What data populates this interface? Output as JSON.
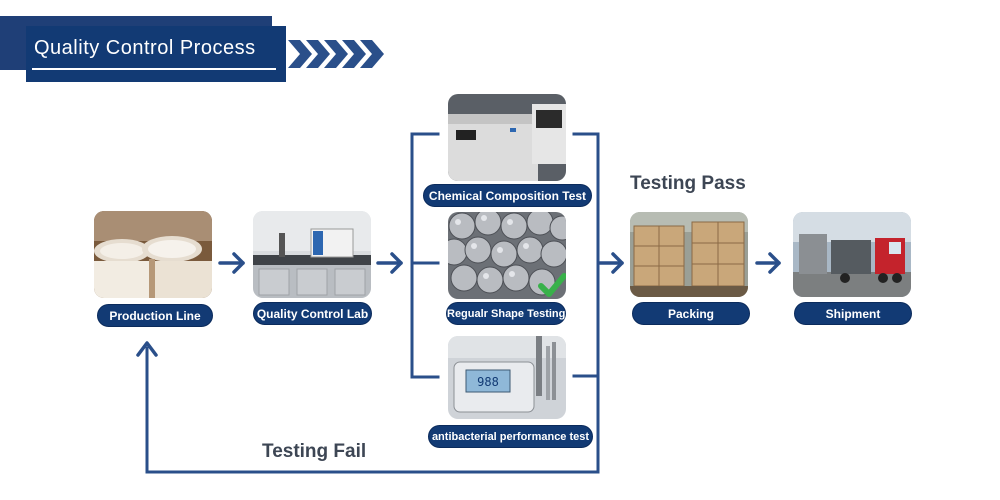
{
  "title": "Quality Control Process",
  "steps": {
    "production_line": "Production Line",
    "qc_lab": "Quality Control Lab",
    "packing": "Packing",
    "shipment": "Shipment"
  },
  "tests": {
    "chemical": "Chemical Composition Test",
    "shape": "Regualr Shape Testing",
    "antibacterial": "antibacterial performance test"
  },
  "labels": {
    "pass": "Testing Pass",
    "fail": "Testing Fail"
  },
  "display_reading": "988",
  "colors": {
    "navy": "#123a74",
    "line": "#2a4f8a"
  }
}
